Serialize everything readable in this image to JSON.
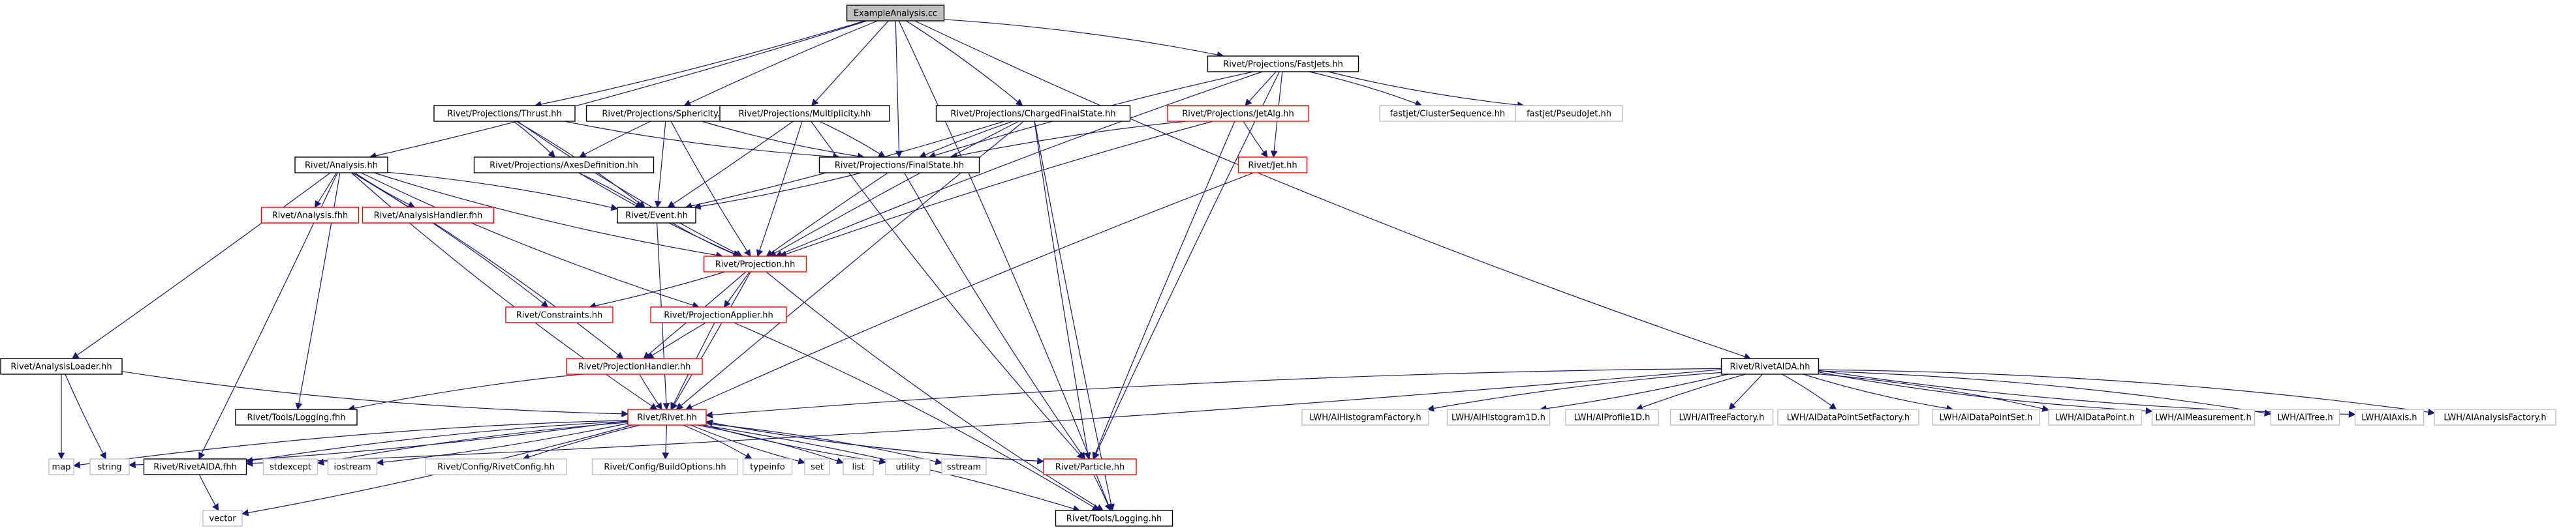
{
  "colors": {
    "background": "#ffffff",
    "edge": "#191970",
    "border_root": "#000000",
    "border_documented": "#000000",
    "border_undocumented": "#ff0000",
    "border_external": "#bfbfbf",
    "root_fill": "#bfbfbf",
    "node_fill": "#ffffff",
    "label": "#000000"
  },
  "nodes": [
    {
      "id": "root",
      "label": "ExampleAnalysis.cc",
      "kind": "root"
    },
    {
      "id": "fastjets",
      "label": "Rivet/Projections/FastJets.hh",
      "kind": "documented"
    },
    {
      "id": "thrust",
      "label": "Rivet/Projections/Thrust.hh",
      "kind": "documented"
    },
    {
      "id": "sphericity",
      "label": "Rivet/Projections/Sphericity.hh",
      "kind": "documented"
    },
    {
      "id": "multiplicity",
      "label": "Rivet/Projections/Multiplicity.hh",
      "kind": "documented"
    },
    {
      "id": "chargedfs",
      "label": "Rivet/Projections/ChargedFinalState.hh",
      "kind": "documented"
    },
    {
      "id": "jetalg",
      "label": "Rivet/Projections/JetAlg.hh",
      "kind": "undocumented"
    },
    {
      "id": "clusterseq",
      "label": "fastjet/ClusterSequence.hh",
      "kind": "external"
    },
    {
      "id": "pseudojet",
      "label": "fastjet/PseudoJet.hh",
      "kind": "external"
    },
    {
      "id": "analysis",
      "label": "Rivet/Analysis.hh",
      "kind": "documented"
    },
    {
      "id": "axesdef",
      "label": "Rivet/Projections/AxesDefinition.hh",
      "kind": "documented"
    },
    {
      "id": "finalstate",
      "label": "Rivet/Projections/FinalState.hh",
      "kind": "documented"
    },
    {
      "id": "jet",
      "label": "Rivet/Jet.hh",
      "kind": "undocumented"
    },
    {
      "id": "analysisfhh",
      "label": "Rivet/Analysis.fhh",
      "kind": "undocumented"
    },
    {
      "id": "analysishandlerfhh",
      "label": "Rivet/AnalysisHandler.fhh",
      "kind": "undocumented"
    },
    {
      "id": "event",
      "label": "Rivet/Event.hh",
      "kind": "documented"
    },
    {
      "id": "projection",
      "label": "Rivet/Projection.hh",
      "kind": "undocumented"
    },
    {
      "id": "constraints",
      "label": "Rivet/Constraints.hh",
      "kind": "undocumented"
    },
    {
      "id": "projapplier",
      "label": "Rivet/ProjectionApplier.hh",
      "kind": "undocumented"
    },
    {
      "id": "projhandler",
      "label": "Rivet/ProjectionHandler.hh",
      "kind": "undocumented"
    },
    {
      "id": "analysisloader",
      "label": "Rivet/AnalysisLoader.hh",
      "kind": "documented"
    },
    {
      "id": "toolslogfhh",
      "label": "Rivet/Tools/Logging.fhh",
      "kind": "documented"
    },
    {
      "id": "rivethh",
      "label": "Rivet/Rivet.hh",
      "kind": "undocumented"
    },
    {
      "id": "rivetaidahh",
      "label": "Rivet/RivetAIDA.hh",
      "kind": "documented"
    },
    {
      "id": "map",
      "label": "map",
      "kind": "external"
    },
    {
      "id": "string",
      "label": "string",
      "kind": "external"
    },
    {
      "id": "rivetaidafhh",
      "label": "Rivet/RivetAIDA.fhh",
      "kind": "documented"
    },
    {
      "id": "stdexcept",
      "label": "stdexcept",
      "kind": "external"
    },
    {
      "id": "iostream",
      "label": "iostream",
      "kind": "external"
    },
    {
      "id": "rivetconfig",
      "label": "Rivet/Config/RivetConfig.hh",
      "kind": "external"
    },
    {
      "id": "buildoptions",
      "label": "Rivet/Config/BuildOptions.hh",
      "kind": "external"
    },
    {
      "id": "typeinfo",
      "label": "typeinfo",
      "kind": "external"
    },
    {
      "id": "set",
      "label": "set",
      "kind": "external"
    },
    {
      "id": "list",
      "label": "list",
      "kind": "external"
    },
    {
      "id": "utility",
      "label": "utility",
      "kind": "external"
    },
    {
      "id": "sstream",
      "label": "sstream",
      "kind": "external"
    },
    {
      "id": "particle",
      "label": "Rivet/Particle.hh",
      "kind": "undocumented"
    },
    {
      "id": "vector",
      "label": "vector",
      "kind": "external"
    },
    {
      "id": "toolslogging",
      "label": "Rivet/Tools/Logging.hh",
      "kind": "documented"
    },
    {
      "id": "lwh_histfactory",
      "label": "LWH/AIHistogramFactory.h",
      "kind": "external"
    },
    {
      "id": "lwh_hist1d",
      "label": "LWH/AIHistogram1D.h",
      "kind": "external"
    },
    {
      "id": "lwh_profile1d",
      "label": "LWH/AIProfile1D.h",
      "kind": "external"
    },
    {
      "id": "lwh_treefactory",
      "label": "LWH/AITreeFactory.h",
      "kind": "external"
    },
    {
      "id": "lwh_dpsfactory",
      "label": "LWH/AIDataPointSetFactory.h",
      "kind": "external"
    },
    {
      "id": "lwh_dps",
      "label": "LWH/AIDataPointSet.h",
      "kind": "external"
    },
    {
      "id": "lwh_dp",
      "label": "LWH/AIDataPoint.h",
      "kind": "external"
    },
    {
      "id": "lwh_measurement",
      "label": "LWH/AIMeasurement.h",
      "kind": "external"
    },
    {
      "id": "lwh_tree",
      "label": "LWH/AITree.h",
      "kind": "external"
    },
    {
      "id": "lwh_axis",
      "label": "LWH/AIAxis.h",
      "kind": "external"
    },
    {
      "id": "lwh_analysisfactory",
      "label": "LWH/AIAnalysisFactory.h",
      "kind": "external"
    }
  ],
  "edges": [
    [
      "root",
      "fastjets"
    ],
    [
      "root",
      "thrust"
    ],
    [
      "root",
      "sphericity"
    ],
    [
      "root",
      "multiplicity"
    ],
    [
      "root",
      "chargedfs"
    ],
    [
      "root",
      "analysis"
    ],
    [
      "root",
      "finalstate"
    ],
    [
      "root",
      "rivetaidahh"
    ],
    [
      "root",
      "toolslogging"
    ],
    [
      "fastjets",
      "jetalg"
    ],
    [
      "fastjets",
      "clusterseq"
    ],
    [
      "fastjets",
      "pseudojet"
    ],
    [
      "fastjets",
      "finalstate"
    ],
    [
      "fastjets",
      "jet"
    ],
    [
      "fastjets",
      "projection"
    ],
    [
      "fastjets",
      "particle"
    ],
    [
      "thrust",
      "axesdef"
    ],
    [
      "thrust",
      "finalstate"
    ],
    [
      "thrust",
      "event"
    ],
    [
      "thrust",
      "projection"
    ],
    [
      "sphericity",
      "axesdef"
    ],
    [
      "sphericity",
      "finalstate"
    ],
    [
      "sphericity",
      "event"
    ],
    [
      "sphericity",
      "projection"
    ],
    [
      "multiplicity",
      "finalstate"
    ],
    [
      "multiplicity",
      "event"
    ],
    [
      "multiplicity",
      "projection"
    ],
    [
      "multiplicity",
      "particle"
    ],
    [
      "chargedfs",
      "finalstate"
    ],
    [
      "chargedfs",
      "event"
    ],
    [
      "chargedfs",
      "projection"
    ],
    [
      "chargedfs",
      "particle"
    ],
    [
      "chargedfs",
      "rivethh"
    ],
    [
      "chargedfs",
      "toolslogging"
    ],
    [
      "jetalg",
      "finalstate"
    ],
    [
      "jetalg",
      "jet"
    ],
    [
      "jetalg",
      "projection"
    ],
    [
      "jetalg",
      "particle"
    ],
    [
      "analysis",
      "analysisfhh"
    ],
    [
      "analysis",
      "analysishandlerfhh"
    ],
    [
      "analysis",
      "event"
    ],
    [
      "analysis",
      "projection"
    ],
    [
      "analysis",
      "constraints"
    ],
    [
      "analysis",
      "projapplier"
    ],
    [
      "analysis",
      "projhandler"
    ],
    [
      "analysis",
      "analysisloader"
    ],
    [
      "analysis",
      "toolslogfhh"
    ],
    [
      "analysis",
      "rivethh"
    ],
    [
      "analysis",
      "rivetaidafhh"
    ],
    [
      "axesdef",
      "projection"
    ],
    [
      "axesdef",
      "event"
    ],
    [
      "finalstate",
      "event"
    ],
    [
      "finalstate",
      "projection"
    ],
    [
      "finalstate",
      "particle"
    ],
    [
      "jet",
      "rivethh"
    ],
    [
      "event",
      "projection"
    ],
    [
      "event",
      "rivethh"
    ],
    [
      "projection",
      "constraints"
    ],
    [
      "projection",
      "projapplier"
    ],
    [
      "projection",
      "projhandler"
    ],
    [
      "projection",
      "rivethh"
    ],
    [
      "projection",
      "toolslogging"
    ],
    [
      "projapplier",
      "projhandler"
    ],
    [
      "projapplier",
      "rivethh"
    ],
    [
      "projapplier",
      "toolslogging"
    ],
    [
      "projhandler",
      "rivethh"
    ],
    [
      "projhandler",
      "toolslogfhh"
    ],
    [
      "analysisloader",
      "rivethh"
    ],
    [
      "analysisloader",
      "map"
    ],
    [
      "analysisloader",
      "string"
    ],
    [
      "rivethh",
      "map"
    ],
    [
      "rivethh",
      "string"
    ],
    [
      "rivethh",
      "rivetaidafhh"
    ],
    [
      "rivethh",
      "vector"
    ],
    [
      "rivethh",
      "stdexcept"
    ],
    [
      "rivethh",
      "iostream"
    ],
    [
      "rivethh",
      "rivetconfig"
    ],
    [
      "rivethh",
      "buildoptions"
    ],
    [
      "rivethh",
      "typeinfo"
    ],
    [
      "rivethh",
      "set"
    ],
    [
      "rivethh",
      "list"
    ],
    [
      "rivethh",
      "utility"
    ],
    [
      "rivethh",
      "sstream"
    ],
    [
      "rivethh",
      "particle"
    ],
    [
      "rivethh",
      "toolslogging"
    ],
    [
      "rivetaidafhh",
      "vector"
    ],
    [
      "particle",
      "toolslogging"
    ],
    [
      "particle",
      "rivethh"
    ],
    [
      "rivetaidahh",
      "rivethh"
    ],
    [
      "rivetaidahh",
      "rivetaidafhh"
    ],
    [
      "rivetaidahh",
      "lwh_histfactory"
    ],
    [
      "rivetaidahh",
      "lwh_hist1d"
    ],
    [
      "rivetaidahh",
      "lwh_profile1d"
    ],
    [
      "rivetaidahh",
      "lwh_treefactory"
    ],
    [
      "rivetaidahh",
      "lwh_dpsfactory"
    ],
    [
      "rivetaidahh",
      "lwh_dps"
    ],
    [
      "rivetaidahh",
      "lwh_dp"
    ],
    [
      "rivetaidahh",
      "lwh_measurement"
    ],
    [
      "rivetaidahh",
      "lwh_tree"
    ],
    [
      "rivetaidahh",
      "lwh_axis"
    ],
    [
      "rivetaidahh",
      "lwh_analysisfactory"
    ]
  ]
}
